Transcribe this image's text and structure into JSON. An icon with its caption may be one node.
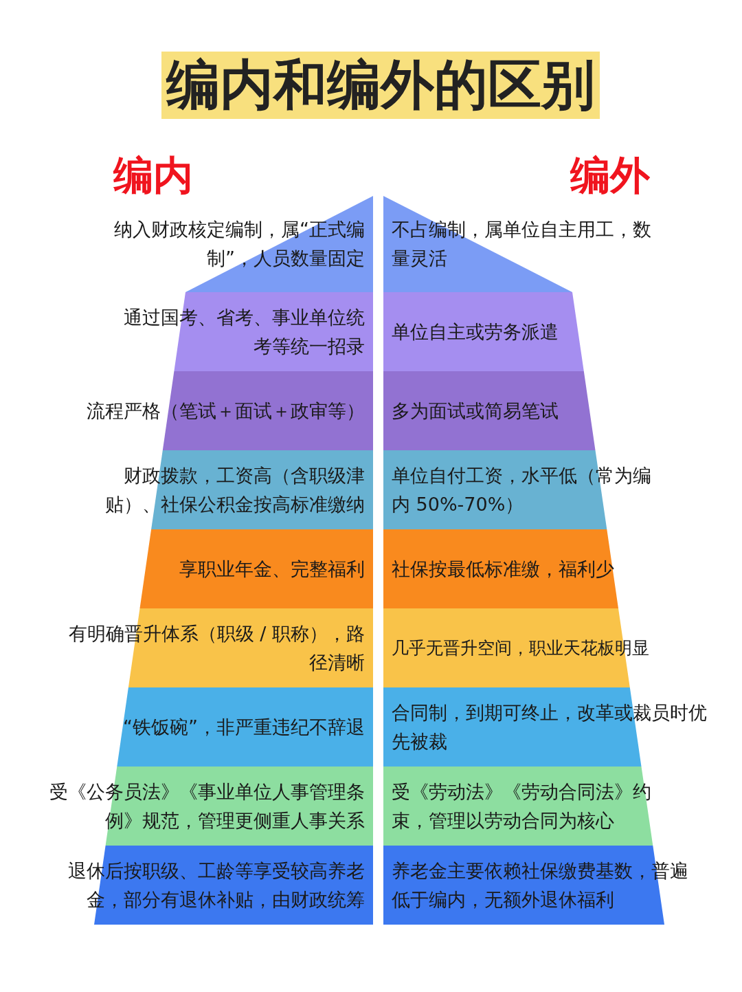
{
  "diagram": {
    "title": "编内和编外的区别",
    "nodes": [
      {
        "text": [
          "纳入财政核定编制，属“正式编制”，人员数量固定"
        ]
      },
      {
        "text": [
          "不占编制，属单位自主用工，数量灵活"
        ]
      },
      {
        "text": [
          "通过国考、省考、事业单位统考等统一招录"
        ]
      },
      {
        "text": [
          "单位自主或劳务派遣"
        ]
      },
      {
        "text": [
          "流程严格（笔试＋面试＋政审等）"
        ]
      },
      {
        "text": [
          "多为面试或简易笔试"
        ]
      },
      {
        "text": [
          "财政拨款，工资高（含职级津贴）、社保公积金按高标准缴纳"
        ]
      },
      {
        "text": [
          "单位自付工资，水平低（常为编内 50%-70%）"
        ]
      },
      {
        "text": [
          "享职业年金、完整福利"
        ]
      },
      {
        "text": [
          "社保按最低标准缴，福利少"
        ]
      },
      {
        "text": [
          "有明确晋升体系（职级 / 职称），路径清晰"
        ]
      },
      {
        "text": [
          "几乎无晋升空间，职业天花板明显"
        ]
      },
      {
        "text": [
          "“铁饭碗”，非严重违纪不辞退"
        ]
      },
      {
        "text": [
          "合同制，到期可终止，改革或裁员时优先被裁"
        ]
      },
      {
        "text": [
          "受《公务员法》《事业单位人事管理条例》规范，管理更侧重人事关系"
        ]
      },
      {
        "text": [
          "受《劳动法》《劳动合同法》约束，管理以劳动合同为核心"
        ]
      },
      {
        "text": [
          "退休后按职级、工龄等享受较高养老金，部分有退休补贴，由财政统筹"
        ]
      },
      {
        "text": [
          "养老金主要依赖社保缴费基数，普遍低于编内，无额外退休福利"
        ]
      }
    ],
    "labels": [
      "编内",
      "编外"
    ]
  }
}
